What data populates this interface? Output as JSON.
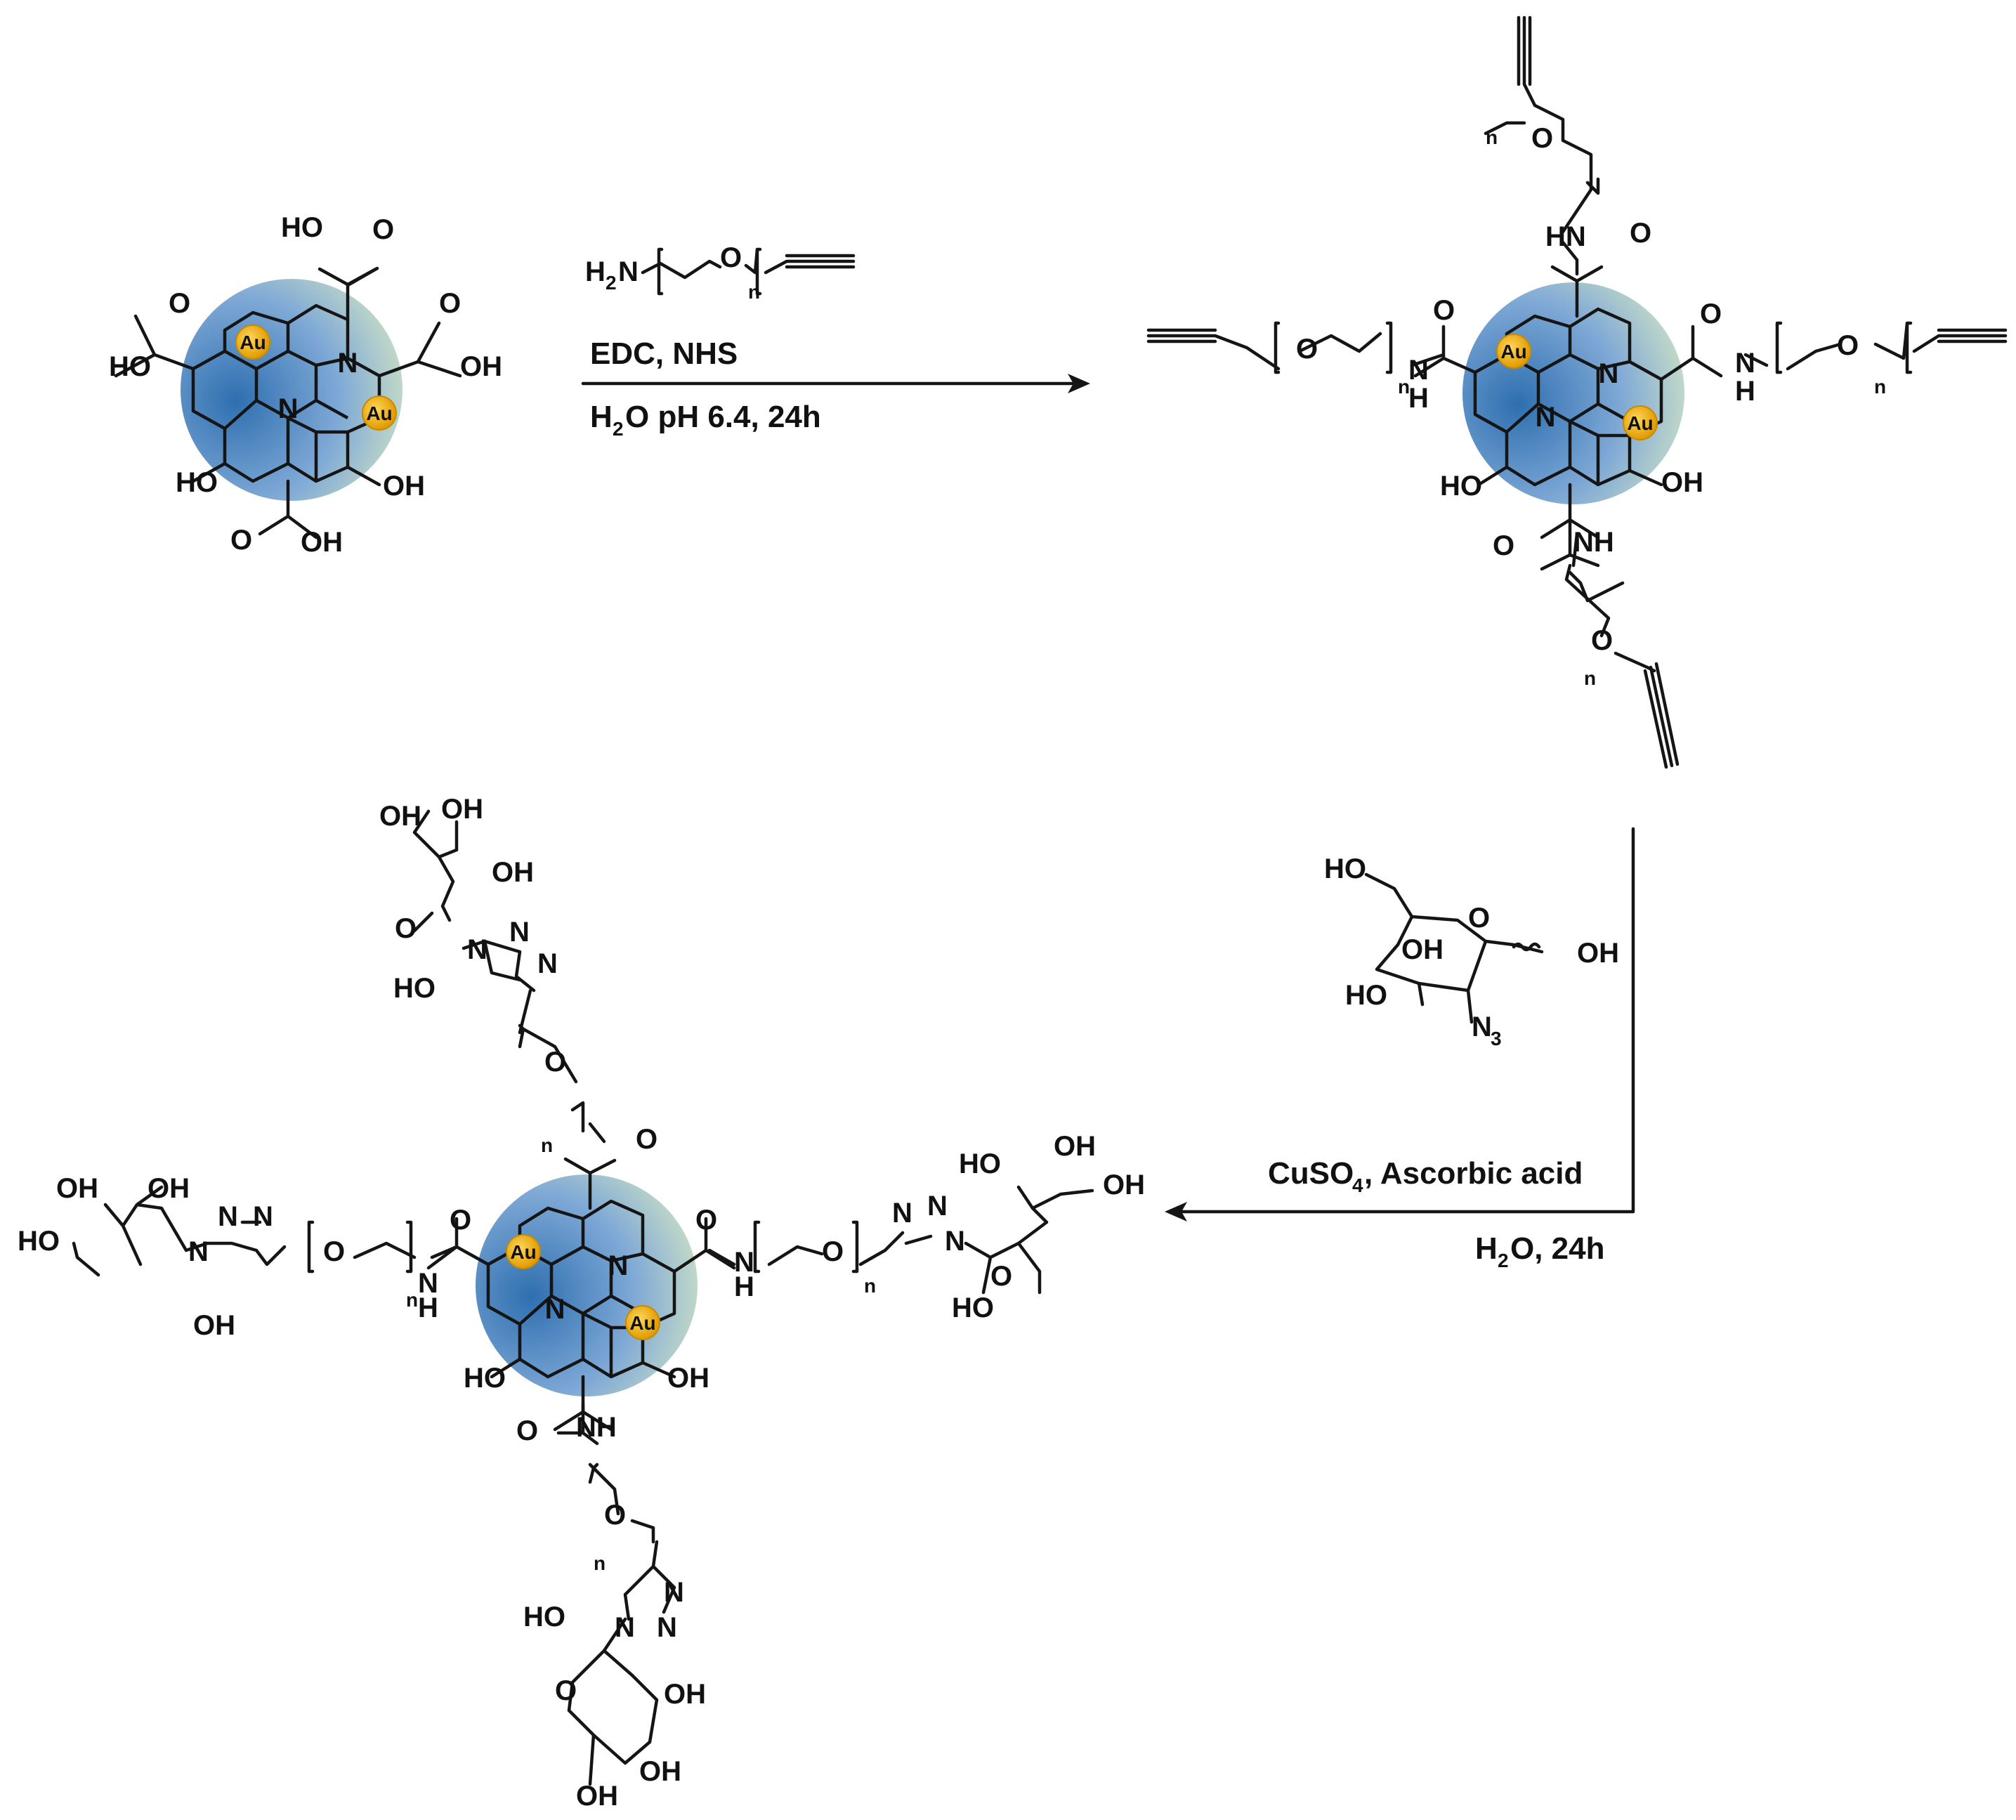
{
  "colors": {
    "core_blue": "#2e6fb0",
    "core_light": "#d6e7c4",
    "gold": "#f2b218",
    "ink": "#151515"
  },
  "labels": {
    "cooh_top": "HO",
    "o_top": "O",
    "o_left": "O",
    "ho_left": "HO",
    "o_right": "O",
    "oh_right": "OH",
    "ho_bl": "HO",
    "oh_br": "OH",
    "o_bottom": "O",
    "oh_bottom": "OH",
    "au": "Au",
    "n": "N",
    "nh": "NH",
    "hn": "HN",
    "h": "H",
    "o": "O",
    "oh": "OH",
    "ho": "HO",
    "n_sub": "n",
    "triazole_nn": "N=N",
    "n3": "N",
    "n3_sub": "3"
  },
  "reaction1": {
    "reagent_main": "H",
    "reagent_sub2": "2",
    "reagent_n": "N",
    "line2": "EDC, NHS",
    "line3_a": "H",
    "line3_sub": "2",
    "line3_b": "O pH 6.4, 24h"
  },
  "reaction2": {
    "line1_a": "CuSO",
    "line1_sub": "4",
    "line1_b": ", Ascorbic acid",
    "line2_a": "H",
    "line2_sub": "2",
    "line2_b": "O, 24h"
  }
}
